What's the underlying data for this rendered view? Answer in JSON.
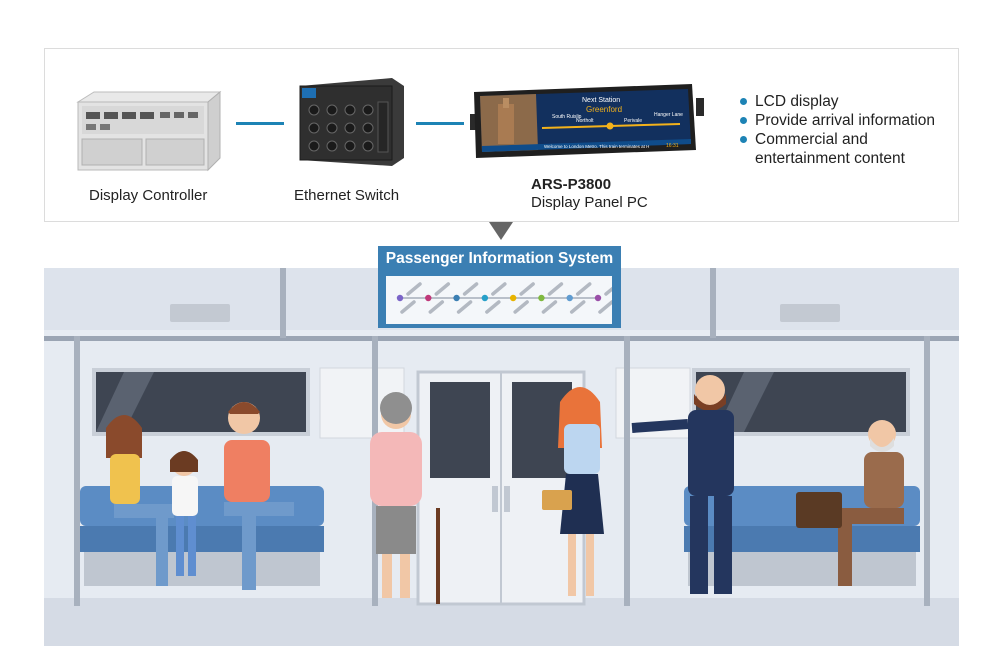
{
  "devices": {
    "controller_label": "Display Controller",
    "switch_label": "Ethernet Switch",
    "panel_model": "ARS-P3800",
    "panel_label": "Display Panel PC"
  },
  "panel_screen": {
    "header": "Next Station",
    "station": "Greenford",
    "stops": [
      "South Ruislip",
      "Northolt",
      "Perivale",
      "Hanger Lane"
    ],
    "ticker": "Welcome to London Metro. This train terminates at H",
    "time": "16:31"
  },
  "features": {
    "items": [
      "LCD display",
      "Provide arrival information",
      "Commercial and",
      "entertainment content"
    ]
  },
  "pis": {
    "title": "Passenger Information System",
    "route_dot_colors": [
      "#7a64c8",
      "#c0397a",
      "#3b7fb3",
      "#27a0c9",
      "#e8b400",
      "#7fb93f",
      "#5f9cd1",
      "#9a4fa8"
    ]
  },
  "colors": {
    "accent": "#1d83b5",
    "sign_blue": "#3b7fb3",
    "train_interior": "#e6ebf2",
    "seat_blue": "#5b8cc4"
  }
}
